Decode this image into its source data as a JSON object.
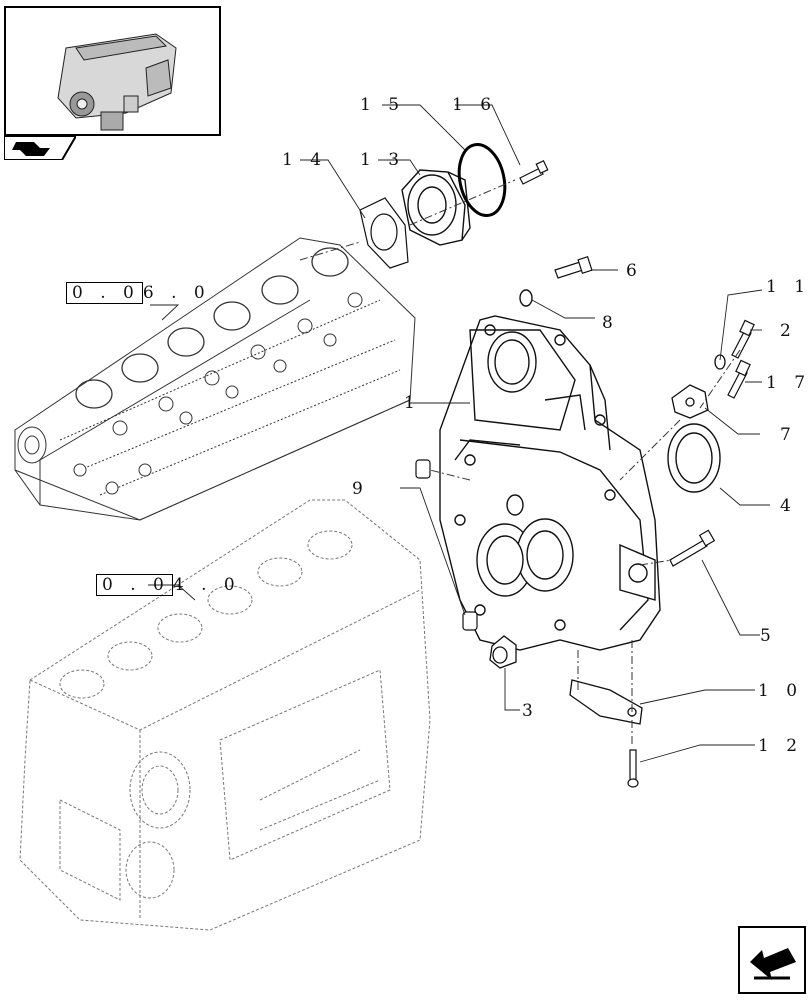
{
  "callouts": {
    "c1": "1",
    "c2": "2",
    "c3": "3",
    "c4": "4",
    "c5": "5",
    "c6": "6",
    "c7": "7",
    "c8": "8",
    "c9": "9",
    "c10": "1 0",
    "c11": "1 1",
    "c12": "1 2",
    "c13": "1 3",
    "c14": "1 4",
    "c15": "1 5",
    "c16": "1 6",
    "c17": "1 7"
  },
  "refs": {
    "head": {
      "boxed": "0 . 0",
      "tail": "6 . 0"
    },
    "block": {
      "boxed": "0 . 0",
      "tail": "4 . 0"
    }
  },
  "icons": {
    "thumbnail": "engine-thumbnail-icon",
    "nav_tab": "previous-section-icon",
    "nav_button": "next-page-arrow-icon"
  }
}
